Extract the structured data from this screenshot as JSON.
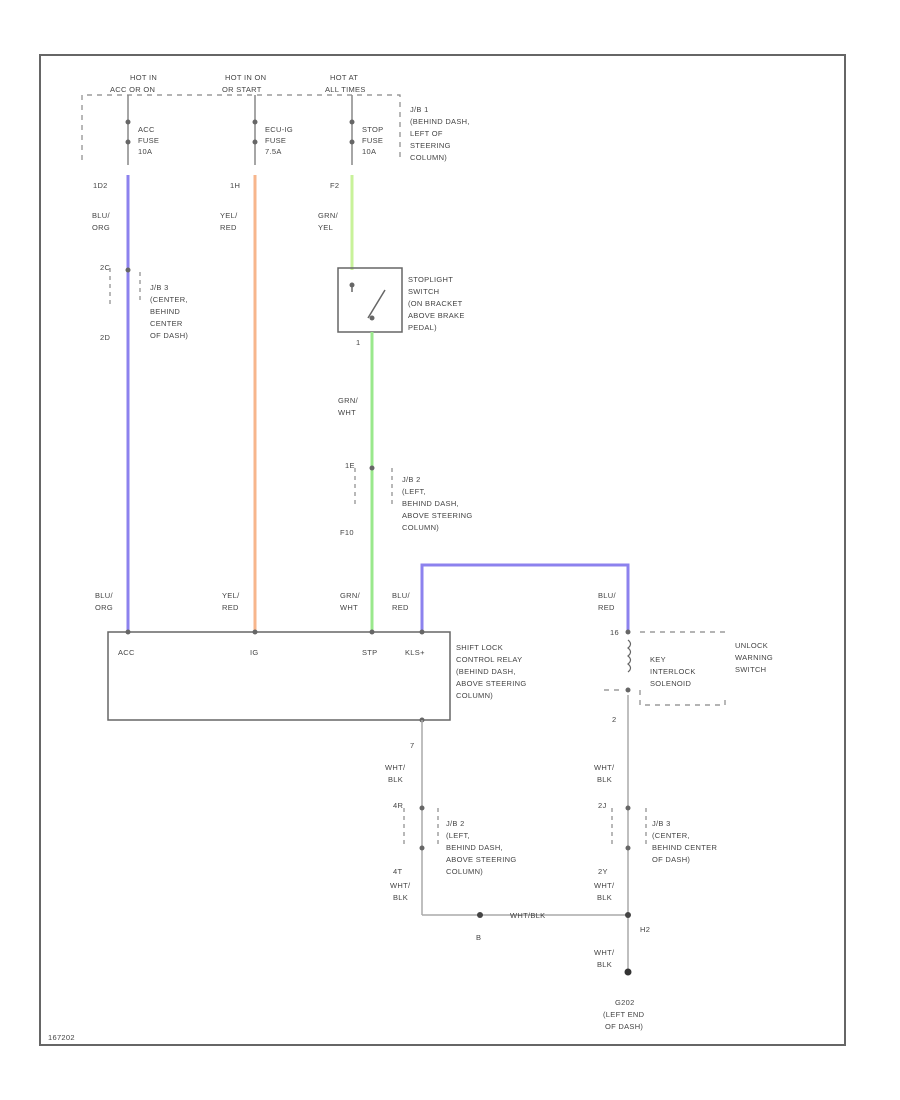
{
  "hot_labels": {
    "h1_l1": "HOT IN",
    "h1_l2": "ACC OR ON",
    "h2_l1": "HOT IN ON",
    "h2_l2": "OR START",
    "h3_l1": "HOT AT",
    "h3_l2": "ALL TIMES"
  },
  "fuses": {
    "acc": [
      "ACC",
      "FUSE",
      "10A"
    ],
    "ecu": [
      "ECU-IG",
      "FUSE",
      "7.5A"
    ],
    "stop": [
      "STOP",
      "FUSE",
      "10A"
    ]
  },
  "jb1_note": [
    "J/B 1",
    "(BEHIND DASH,",
    "LEFT OF",
    "STEERING",
    "COLUMN)"
  ],
  "connectors": {
    "c_1d2": "1D2",
    "c_1h": "1H",
    "c_f2": "F2",
    "c_2c": "2C",
    "c_2d": "2D",
    "c_1": "1",
    "c_1e": "1E",
    "c_f10": "F10",
    "c_16": "16",
    "c_2": "2",
    "c_7": "7",
    "c_4r": "4R",
    "c_4t": "4T",
    "c_2j": "2J",
    "c_2y": "2Y",
    "c_h2": "H2"
  },
  "wires": {
    "acc_top": [
      "BLU/",
      "ORG"
    ],
    "ig_top": [
      "YEL/",
      "RED"
    ],
    "stop_top": [
      "GRN/",
      "YEL"
    ],
    "grn_wht": [
      "GRN/",
      "WHT"
    ],
    "acc_bot": [
      "BLU/",
      "ORG"
    ],
    "ig_bot": [
      "YEL/",
      "RED"
    ],
    "stp_bot": [
      "GRN/",
      "WHT"
    ],
    "kls_bot": [
      "BLU/",
      "RED"
    ],
    "key_top": [
      "BLU/",
      "RED"
    ],
    "relay_gnd": [
      "WHT/",
      "BLK"
    ],
    "relay_gnd2": [
      "WHT/",
      "BLK"
    ],
    "key_gnd": [
      "WHT/",
      "BLK"
    ],
    "key_gnd2": [
      "WHT/",
      "BLK"
    ],
    "gnd_final": [
      "WHT/",
      "BLK"
    ],
    "horiz": "WHT/BLK",
    "splice": "B"
  },
  "jb3_note": [
    "J/B 3",
    "(CENTER,",
    "BEHIND",
    "CENTER",
    "OF DASH)"
  ],
  "stoplight_note": [
    "STOPLIGHT",
    "SWITCH",
    "(ON BRACKET",
    "ABOVE BRAKE",
    "PEDAL)"
  ],
  "jb2_note": [
    "J/B 2",
    "(LEFT,",
    "BEHIND DASH,",
    "ABOVE STEERING",
    "COLUMN)"
  ],
  "relay": {
    "pins": {
      "acc": "ACC",
      "ig": "IG",
      "stp": "STP",
      "kls": "KLS+"
    },
    "name": [
      "SHIFT LOCK",
      "CONTROL RELAY",
      "(BEHIND DASH,",
      "ABOVE STEERING",
      "COLUMN)"
    ]
  },
  "key_interlock": [
    "KEY",
    "INTERLOCK",
    "SOLENOID"
  ],
  "unlock_note": [
    "UNLOCK",
    "WARNING",
    "SWITCH"
  ],
  "jb2_lower": [
    "J/B 2",
    "(LEFT,",
    "BEHIND DASH,",
    "ABOVE STEERING",
    "COLUMN)"
  ],
  "jb3_lower": [
    "J/B 3",
    "(CENTER,",
    "BEHIND CENTER",
    "OF DASH)"
  ],
  "ground_note": [
    "G202",
    "(LEFT END",
    "OF DASH)"
  ],
  "corner_code": "167202",
  "colors": {
    "blu_org": "#8c82ee",
    "yel_red": "#f7b68c",
    "grn_yel": "#c8f29a",
    "grn_wht": "#9ae88c",
    "blu_red": "#8c82ee"
  }
}
